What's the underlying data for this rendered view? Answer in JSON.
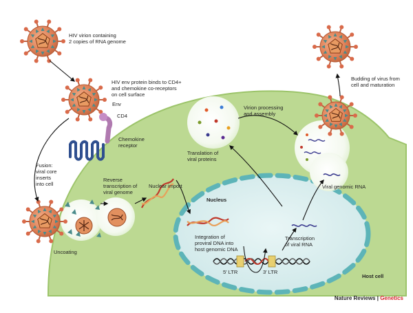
{
  "labels": {
    "virion": "HIV virion containing\n2 copies of RNA genome",
    "env_binding": "HIV env protein binds to CD4+\nand chemokine co-receptors\non cell surface",
    "env": "Env",
    "cd4": "CD4",
    "chemokine": "Chemokine\nreceptor",
    "fusion": "Fusion:\nviral core\ninserts\ninto cell",
    "uncoating": "Uncoating",
    "reverse_transcription": "Reverse\ntranscription of\nviral genome",
    "nuclear_import": "Nuclear import",
    "nucleus": "Nucleus",
    "integration": "Integration of\nproviral DNA into\nhost genomic DNA",
    "ltr5": "5′ LTR",
    "ltr3": "3′ LTR",
    "transcription": "Transcription\nof viral RNA",
    "translation": "Translation of\nviral proteins",
    "processing": "Virion processing\nand assembly",
    "genomic_rna": "Viral genomic RNA",
    "budding": "Budding of virus from\ncell and maturation",
    "host_cell": "Host cell"
  },
  "credit": {
    "journal": "Nature Reviews",
    "separator": " | ",
    "section": "Genetics"
  },
  "colors": {
    "cell": "#bcd992",
    "cell_edge": "#9cc46a",
    "nucleus": "#d5ecec",
    "nuclear_pore": "#5db4b8",
    "virion": "#dd7d54",
    "virion_edge": "#b55a35",
    "spike": "#d96a4a",
    "dna_a": "#c0392b",
    "dna_b": "#e8a05a",
    "rna": "#3b3b8f",
    "cd4": "#b07ab0",
    "chemokine": "#2f4f8f",
    "ltr": "#e8d070"
  }
}
